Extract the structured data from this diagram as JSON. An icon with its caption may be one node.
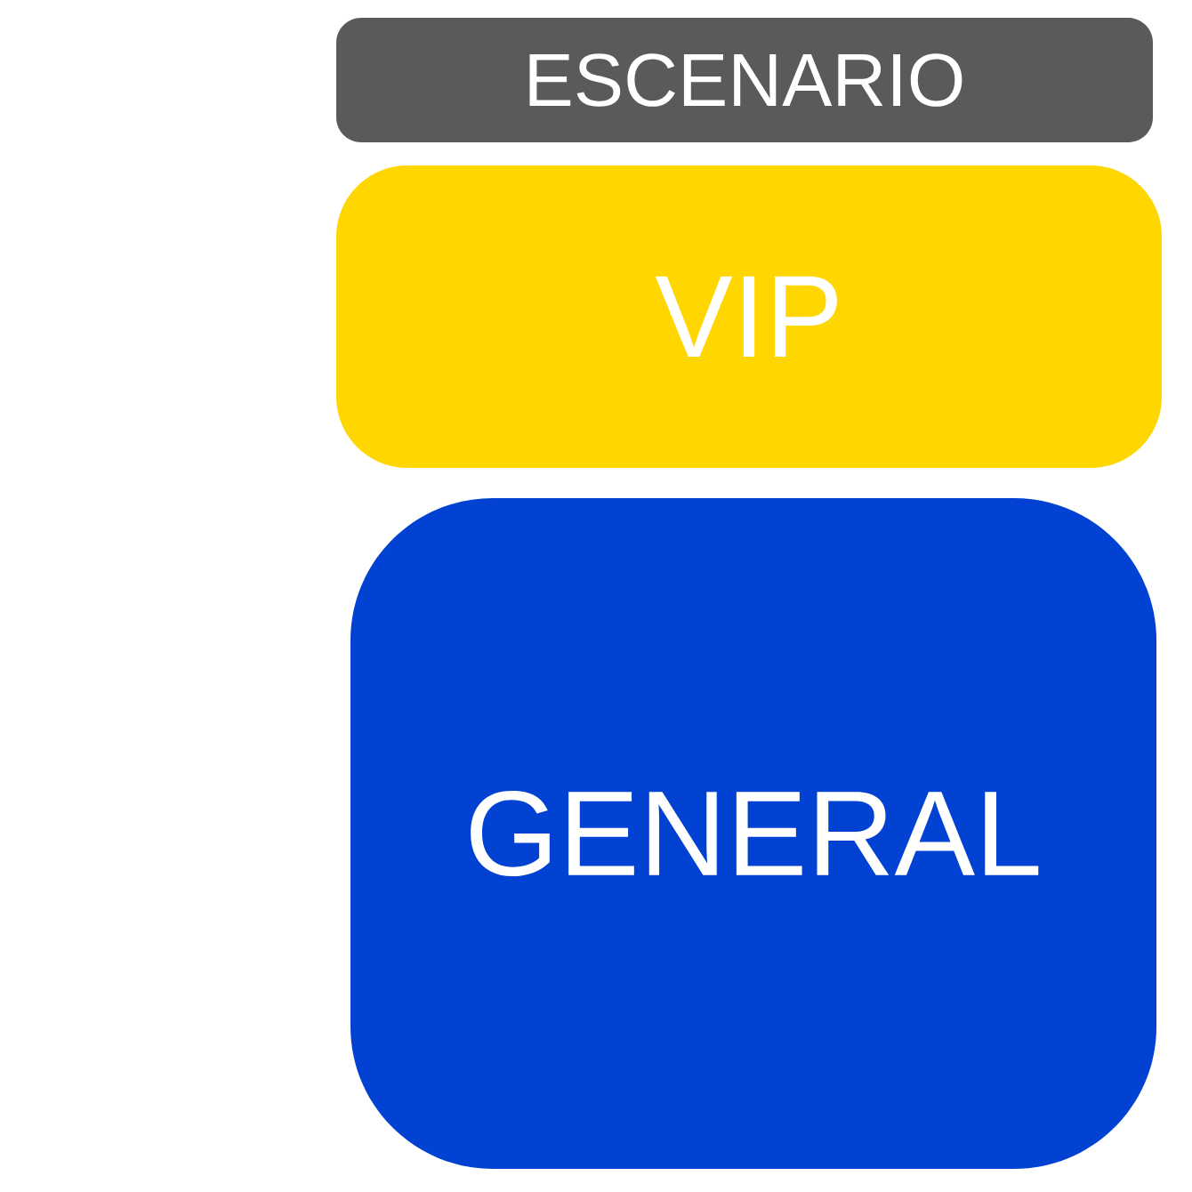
{
  "diagram": {
    "nodes": [
      {
        "text": [
          "ESCENARIO"
        ]
      },
      {
        "text": [
          "VIP"
        ]
      },
      {
        "text": [
          "GENERAL"
        ]
      }
    ]
  }
}
